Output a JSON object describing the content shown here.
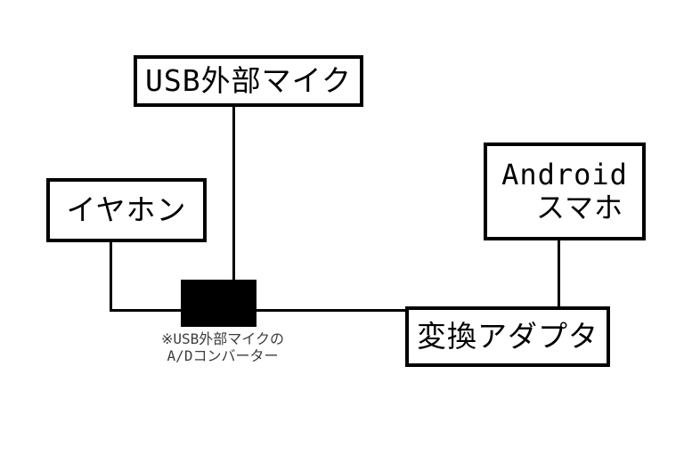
{
  "diagram": {
    "title": "USB external mic to Android connection diagram",
    "colors": {
      "background": "#ffffff",
      "stroke": "#000000",
      "block_fill": "#000000",
      "caption_text": "#3d3d3d"
    },
    "nodes": {
      "usb_mic": {
        "label": "USB外部マイク"
      },
      "earphone": {
        "label": "イヤホン"
      },
      "android": {
        "label_line1": "Android",
        "label_line2": "スマホ"
      },
      "adapter": {
        "label": "変換アダプタ"
      },
      "ad_converter": {
        "caption_line1": "※USB外部マイクの",
        "caption_line2": "A/Dコンバーター"
      }
    },
    "connections": [
      {
        "from": "usb_mic",
        "to": "ad_converter"
      },
      {
        "from": "earphone",
        "to": "ad_converter"
      },
      {
        "from": "ad_converter",
        "to": "adapter"
      },
      {
        "from": "android",
        "to": "adapter"
      }
    ]
  }
}
